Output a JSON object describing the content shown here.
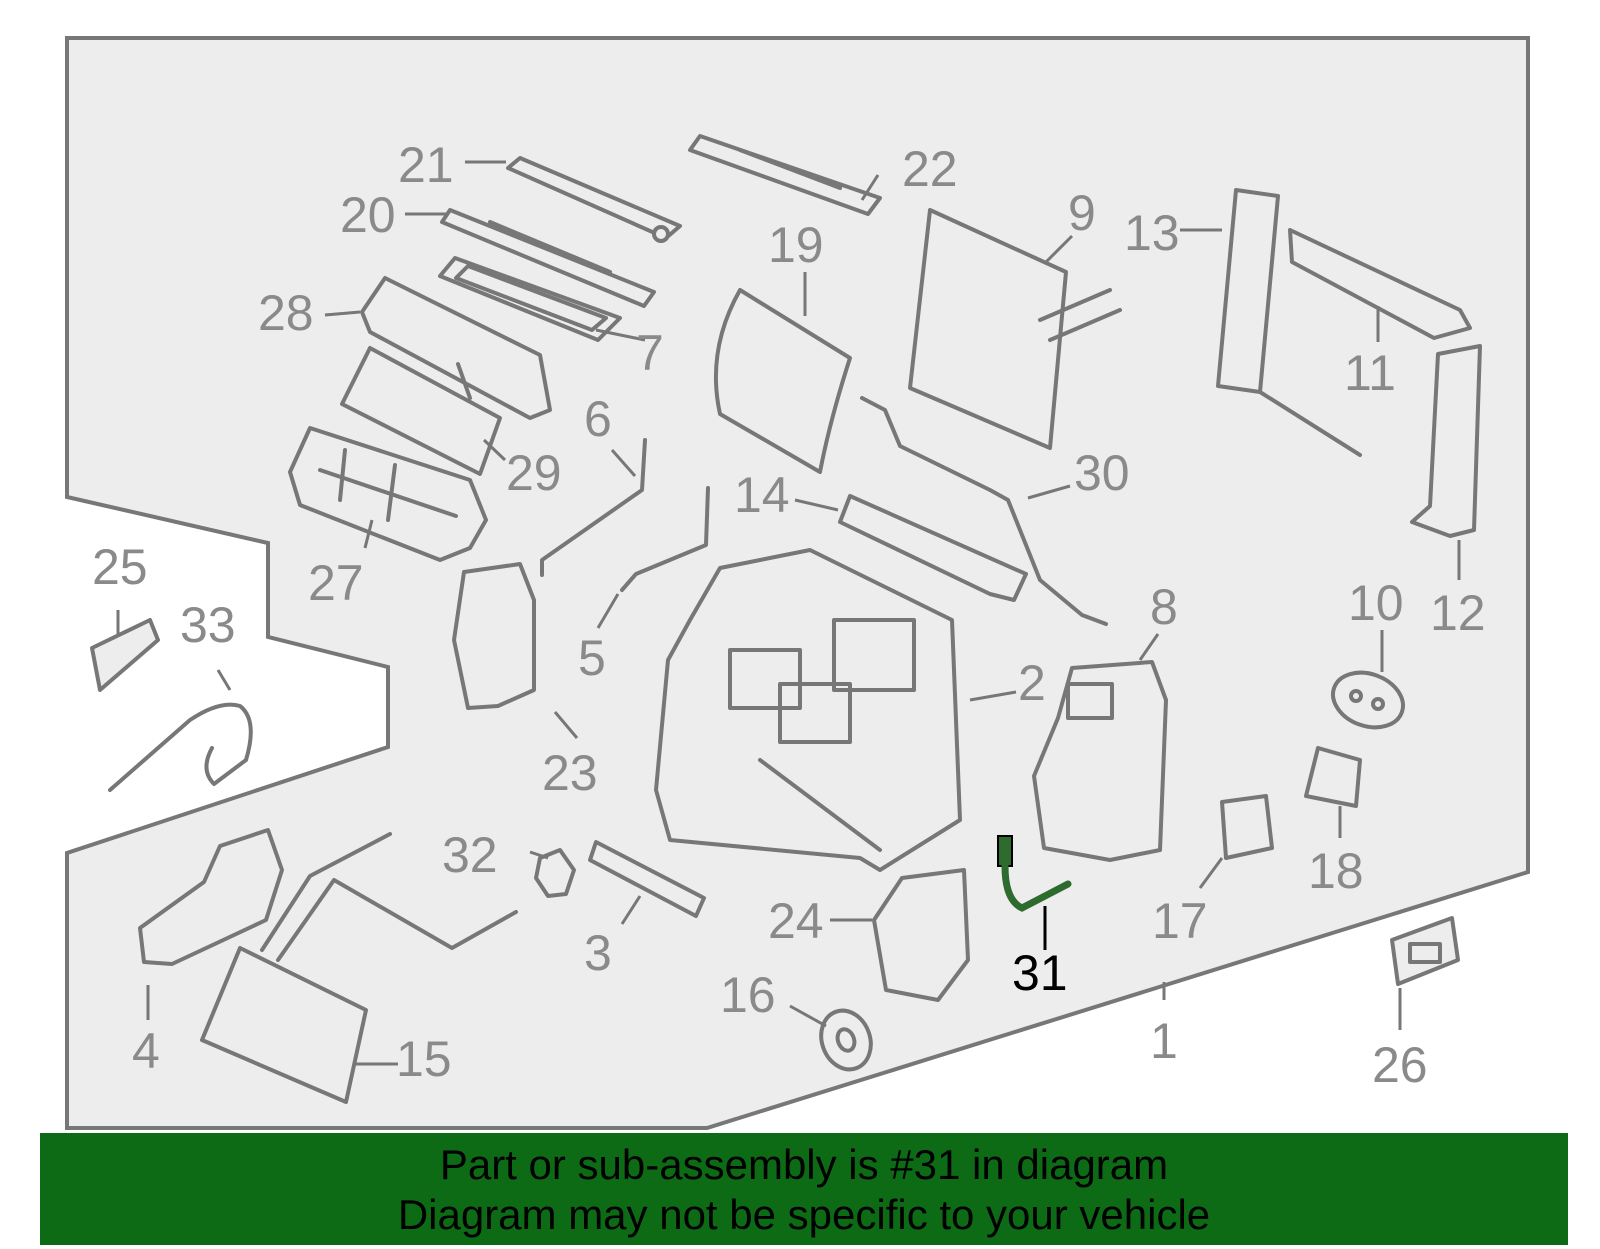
{
  "diagram": {
    "callouts": [
      "1",
      "2",
      "3",
      "4",
      "5",
      "6",
      "7",
      "8",
      "9",
      "10",
      "11",
      "12",
      "13",
      "14",
      "15",
      "16",
      "17",
      "18",
      "19",
      "20",
      "21",
      "22",
      "23",
      "24",
      "25",
      "26",
      "27",
      "28",
      "29",
      "30",
      "31",
      "32",
      "33"
    ],
    "highlighted_part": "31",
    "colors": {
      "panel": "#ededed",
      "line": "#777777",
      "highlight_part": "#2e6b2e",
      "banner": "#0d6b15"
    }
  },
  "banner": {
    "line1": "Part or sub-assembly is #31 in diagram",
    "line2": "Diagram may not be specific to your vehicle"
  }
}
